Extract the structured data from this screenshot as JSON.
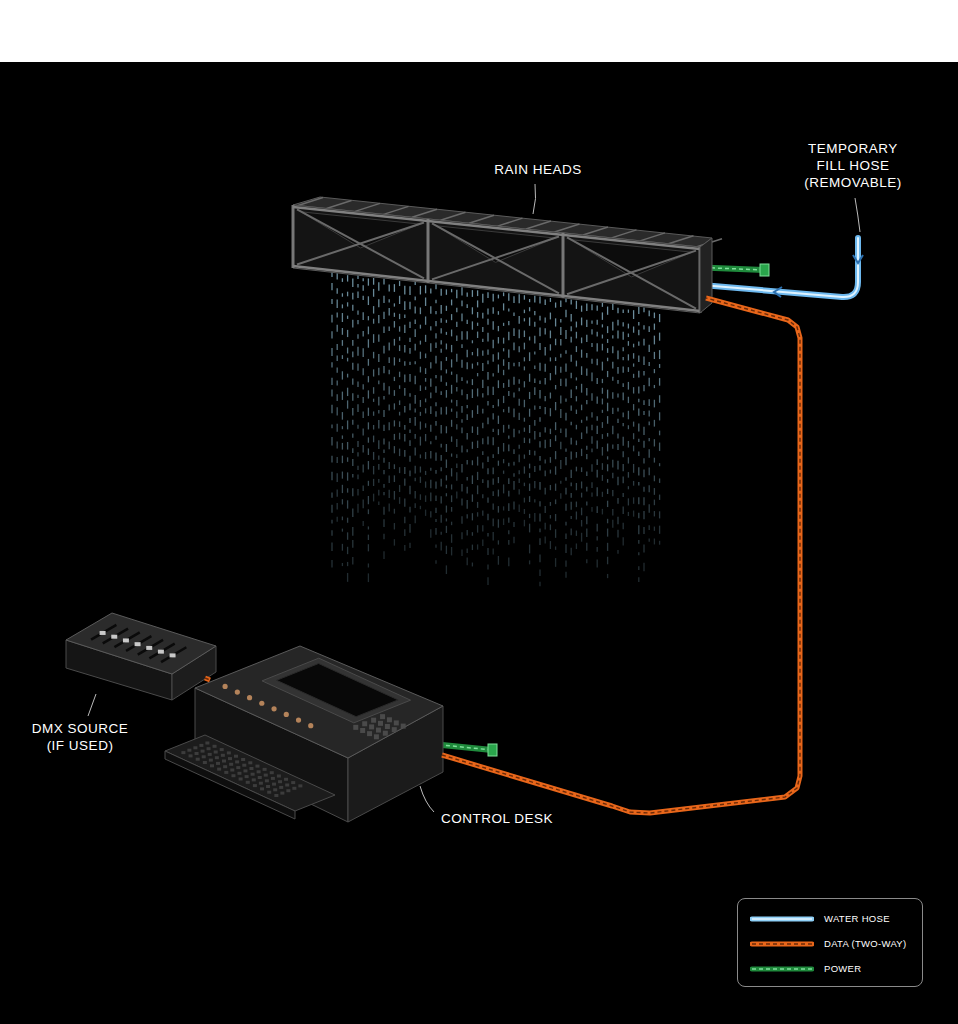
{
  "diagram": {
    "nodes": [
      {
        "text": [
          "RAIN HEADS"
        ]
      },
      {
        "text": [
          "DMX SOURCE (IF USED)"
        ]
      },
      {
        "text": [
          "CONTROL DESK"
        ]
      }
    ],
    "edges": [
      {
        "from": 2,
        "to": 0,
        "arrow": "none"
      },
      {
        "from": 1,
        "to": 2,
        "arrow": "none"
      }
    ],
    "labels": [
      "TEMPORARY FILL HOSE (REMOVABLE)"
    ],
    "legend": [
      {
        "text": "WATER HOSE"
      },
      {
        "text": "DATA (TWO-WAY)"
      },
      {
        "text": "POWER"
      }
    ]
  }
}
